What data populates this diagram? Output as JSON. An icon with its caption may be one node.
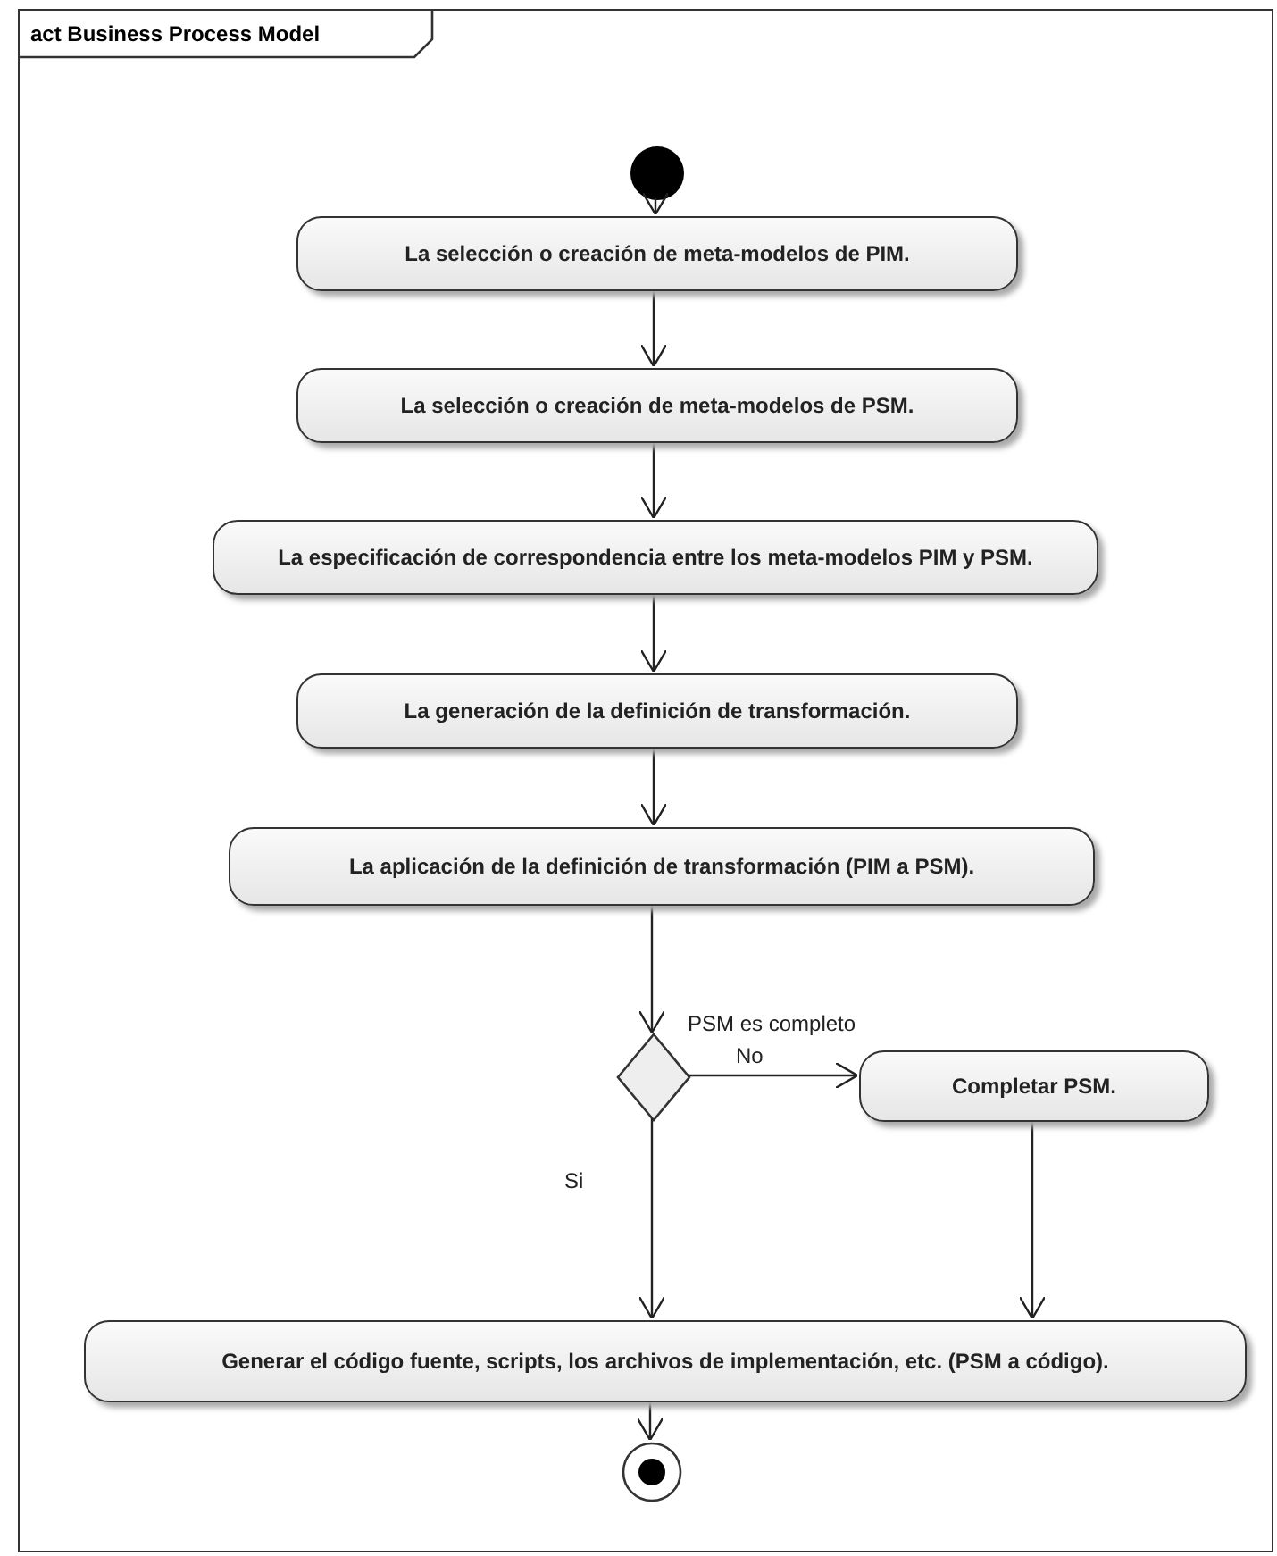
{
  "diagram": {
    "nodes": [
      {
        "text": [
          "act Business Process Model"
        ]
      },
      {
        "text": [],
        "shape": "circle",
        "in": 0
      },
      {
        "text": [
          "La selección o creación de meta-modelos de PIM."
        ],
        "in": 0
      },
      {
        "text": [
          "La selección o creación de meta-modelos de PSM."
        ],
        "in": 0
      },
      {
        "text": [
          "La especificación de correspondencia entre los meta-modelos PIM y PSM."
        ],
        "in": 0
      },
      {
        "text": [
          "La generación de la definición de transformación."
        ],
        "in": 0
      },
      {
        "text": [
          "La aplicación de la definición de transformación (PIM a PSM)."
        ],
        "in": 0
      },
      {
        "text": [],
        "shape": "diamond",
        "in": 0
      },
      {
        "text": [
          "Completar PSM."
        ],
        "in": 0
      },
      {
        "text": [
          "Generar el código fuente, scripts, los archivos de implementación, etc. (PSM a código)."
        ],
        "in": 0
      },
      {
        "text": [],
        "shape": "circle",
        "in": 0
      }
    ],
    "edges": [
      {
        "from": 1,
        "to": 2,
        "arrow": "to"
      },
      {
        "from": 2,
        "to": 3,
        "arrow": "to"
      },
      {
        "from": 3,
        "to": 4,
        "arrow": "to"
      },
      {
        "from": 4,
        "to": 5,
        "arrow": "to"
      },
      {
        "from": 5,
        "to": 6,
        "arrow": "to"
      },
      {
        "from": 6,
        "to": 7,
        "arrow": "to",
        "label": "PSM es completo"
      },
      {
        "from": 7,
        "to": 8,
        "arrow": "to",
        "label": "No"
      },
      {
        "from": 7,
        "to": 9,
        "arrow": "to",
        "label": "Si"
      },
      {
        "from": 8,
        "to": 9,
        "arrow": "to"
      },
      {
        "from": 9,
        "to": 10,
        "arrow": "to"
      }
    ]
  }
}
